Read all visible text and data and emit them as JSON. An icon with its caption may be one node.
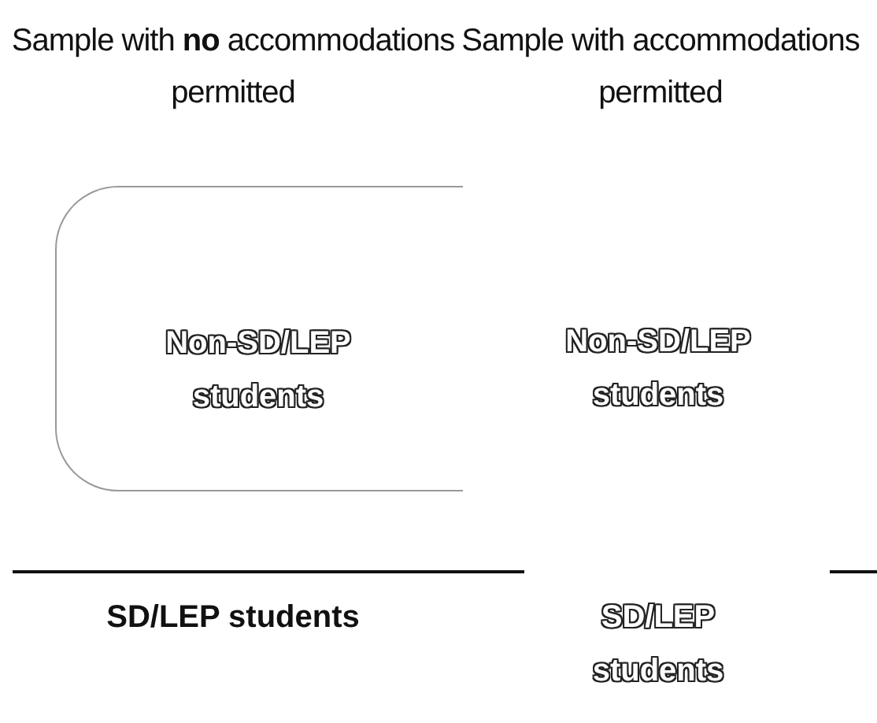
{
  "diagram": {
    "nodes": [
      {
        "text": [
          "Non-SD/LEP students"
        ]
      }
    ],
    "labels": [
      "Sample with **no** accommodations permitted",
      "Sample with accommodations permitted",
      "Non-SD/LEP students",
      "SD/LEP students",
      "SD/LEP students"
    ]
  }
}
